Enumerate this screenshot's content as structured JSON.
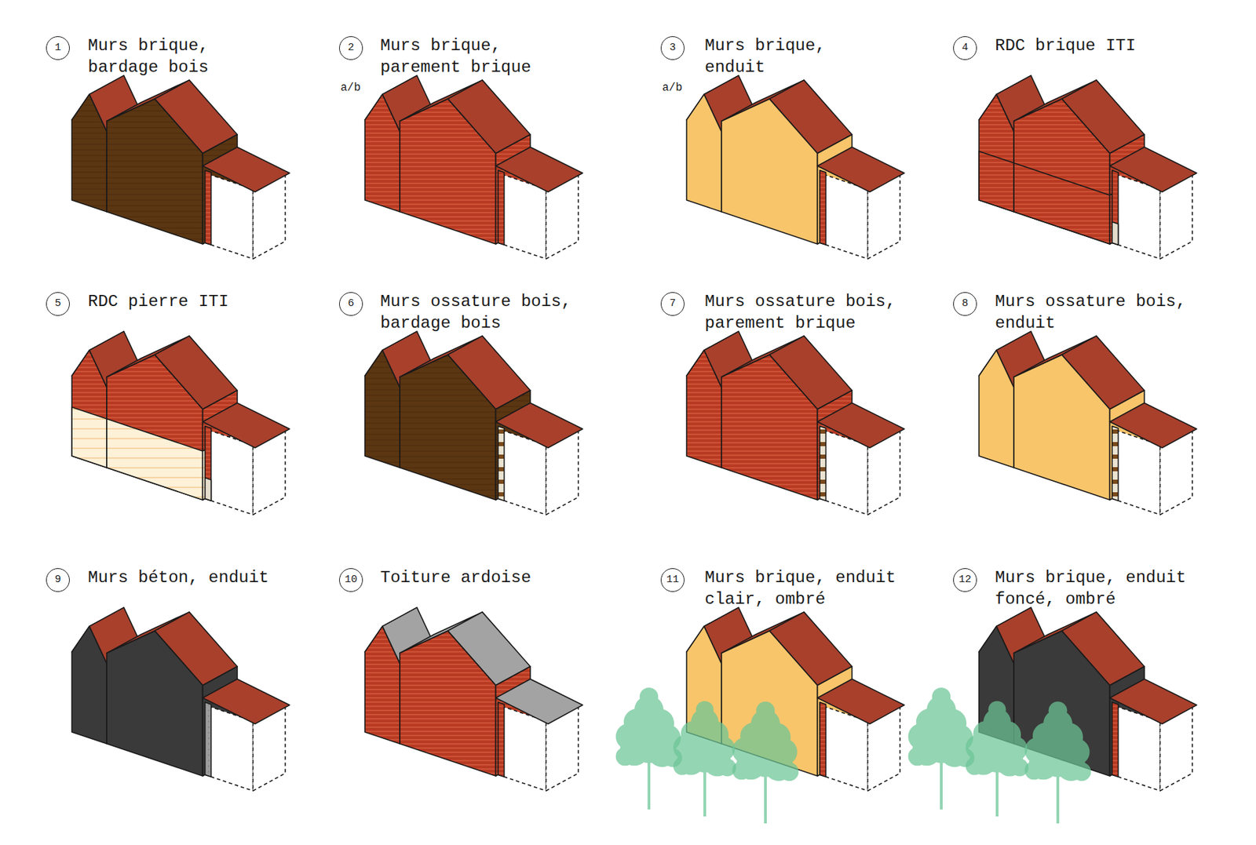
{
  "diagram": {
    "labels": [
      "1",
      "Murs brique, bardage bois",
      "2",
      "Murs brique, parement brique",
      "a/b",
      "3",
      "Murs brique, enduit",
      "a/b",
      "4",
      "RDC brique ITI",
      "5",
      "RDC pierre ITI",
      "6",
      "Murs ossature bois, bardage bois",
      "7",
      "Murs ossature bois, parement brique",
      "8",
      "Murs ossature bois, enduit",
      "9",
      "Murs béton, enduit",
      "10",
      "Toiture ardoise",
      "11",
      "Murs brique, enduit clair, ombré",
      "12",
      "Murs brique, enduit foncé, ombré"
    ]
  }
}
